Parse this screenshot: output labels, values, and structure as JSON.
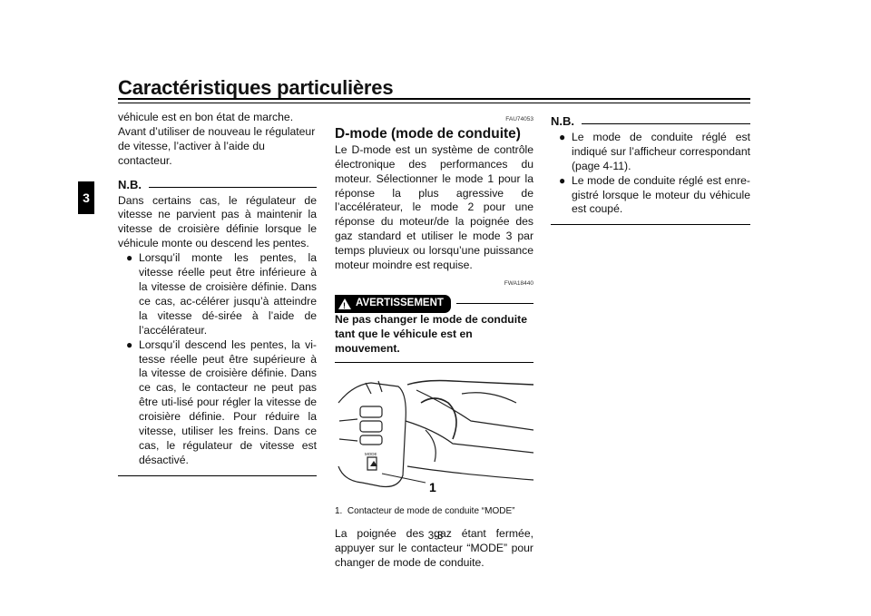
{
  "header": {
    "title": "Caractéristiques particulières",
    "chapter": "3"
  },
  "left": {
    "intro": "véhicule est en bon état de marche. Avant d’utiliser de nouveau le régulateur de vitesse, l’activer à l’aide du contacteur.",
    "nb_label": "N.B.",
    "nb_text": "Dans certains cas, le régulateur de vitesse ne parvient pas à maintenir la vitesse de croisière définie lorsque le véhicule monte ou descend les pentes.",
    "bullets": [
      "Lorsqu’il monte les pentes, la vitesse réelle peut être inférieure à la vitesse de croisière définie. Dans ce cas, ac-célérer jusqu’à atteindre la vitesse dé-sirée à l’aide de l’accélérateur.",
      "Lorsqu’il descend les pentes, la vi-tesse réelle peut être supérieure à la vitesse de croisière définie. Dans ce cas, le contacteur ne peut pas être uti-lisé pour régler la vitesse de croisière définie. Pour réduire la vitesse, utiliser les freins. Dans ce cas, le régulateur de vitesse est désactivé."
    ]
  },
  "middle": {
    "code1": "FAU74053",
    "section_title": "D-mode (mode de conduite)",
    "body": "Le D-mode est un système de contrôle électronique des performances du moteur. Sélectionner le mode 1 pour la réponse la plus agressive de l’accélérateur, le mode 2 pour une réponse du moteur/de la poignée des gaz standard et utiliser le mode 3 par temps pluvieux ou lorsqu’une puissance moteur moindre est requise.",
    "code2": "FWA18440",
    "warning_label": "AVERTISSEMENT",
    "warning_text": "Ne pas changer le mode de conduite tant que le véhicule est en mouvement.",
    "figure": {
      "callout": "1",
      "switch_label": "MODE"
    },
    "caption_num": "1.",
    "caption": "Contacteur de mode de conduite “MODE”",
    "after": "La poignée des gaz étant fermée, appuyer sur le contacteur “MODE” pour changer de mode de conduite."
  },
  "right": {
    "nb_label": "N.B.",
    "bullets": [
      "Le mode de conduite réglé est indiqué sur l’afficheur correspondant (page 4-11).",
      "Le mode de conduite réglé est enre-gistré lorsque le moteur du véhicule est coupé."
    ]
  },
  "footer": {
    "page": "3-3"
  }
}
